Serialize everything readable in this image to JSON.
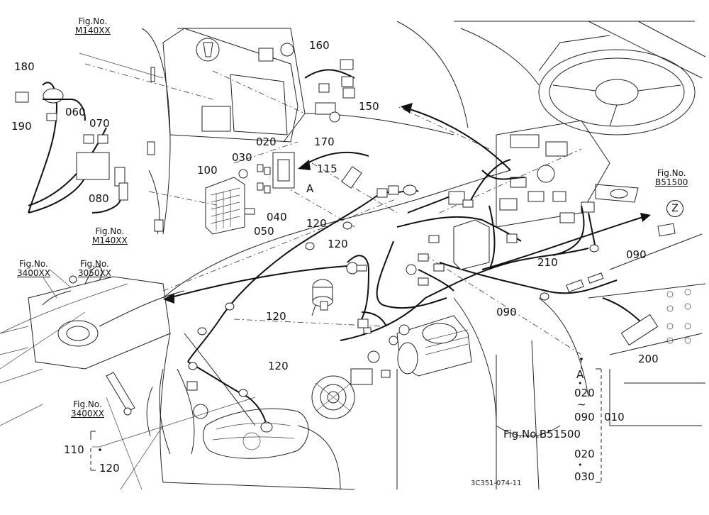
{
  "figure_refs": {
    "m140_top": {
      "label": "Fig.No.",
      "code": "M140XX"
    },
    "m140_mid": {
      "label": "Fig.No.",
      "code": "M140XX"
    },
    "f3400_left": {
      "label": "Fig.No.",
      "code": "3400XX"
    },
    "f3050": {
      "label": "Fig.No.",
      "code": "3050XX"
    },
    "f3400_bottom": {
      "label": "Fig.No.",
      "code": "3400XX"
    },
    "b51500_right": {
      "label": "Fig.No.",
      "code": "B51500"
    }
  },
  "callouts": {
    "c180": "180",
    "c190": "190",
    "c060": "060",
    "c070": "070",
    "c080": "080",
    "c160": "160",
    "c150": "150",
    "c170": "170",
    "c020": "020",
    "c030": "030",
    "c100": "100",
    "c115": "115",
    "cA": "A",
    "c040": "040",
    "c050": "050",
    "c120a": "120",
    "c120b": "120",
    "c120c": "120",
    "c120d": "120",
    "c090a": "090",
    "c090b": "090",
    "c210": "210",
    "c200": "200",
    "c110": "110",
    "c120e": "120"
  },
  "connector_marker": "Z",
  "group_legend": {
    "a_letter": "A",
    "dot1": "•",
    "from_020": "020",
    "tilde": "~",
    "to_090": "090",
    "group_id": "010",
    "ref": "Fig.No.B51500",
    "sub_020": "020",
    "dot2": "•",
    "sub_030": "030"
  },
  "drawing_number": "3C351-074-11"
}
